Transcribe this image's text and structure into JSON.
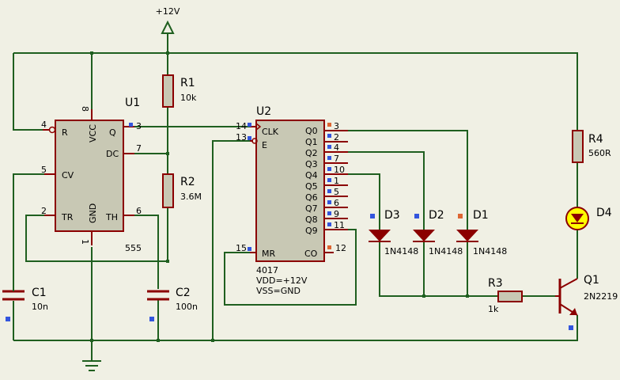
{
  "supply": {
    "label": "+12V"
  },
  "u1": {
    "designator": "U1",
    "part": "555",
    "pins": {
      "r": "R",
      "q": "Q",
      "vcc": "VCC",
      "dc": "DC",
      "cv": "CV",
      "tr": "TR",
      "gnd": "GND",
      "th": "TH"
    },
    "pin_numbers": {
      "r": "4",
      "q": "3",
      "vcc": "8",
      "dc": "7",
      "cv": "5",
      "tr": "2",
      "gnd": "1",
      "th": "6"
    }
  },
  "u2": {
    "designator": "U2",
    "part": "4017",
    "vdd": "VDD=+12V",
    "vss": "VSS=GND",
    "pins": {
      "clk": "CLK",
      "e": "E",
      "mr": "MR",
      "co": "CO"
    },
    "outputs": [
      {
        "name": "Q0",
        "pin": "3"
      },
      {
        "name": "Q1",
        "pin": "2"
      },
      {
        "name": "Q2",
        "pin": "4"
      },
      {
        "name": "Q3",
        "pin": "7"
      },
      {
        "name": "Q4",
        "pin": "10"
      },
      {
        "name": "Q5",
        "pin": "1"
      },
      {
        "name": "Q6",
        "pin": "5"
      },
      {
        "name": "Q7",
        "pin": "6"
      },
      {
        "name": "Q8",
        "pin": "9"
      },
      {
        "name": "Q9",
        "pin": "11"
      }
    ],
    "pin_numbers": {
      "clk": "14",
      "e": "13",
      "mr": "15",
      "co": "12"
    }
  },
  "r1": {
    "designator": "R1",
    "value": "10k"
  },
  "r2": {
    "designator": "R2",
    "value": "3.6M"
  },
  "r3": {
    "designator": "R3",
    "value": "1k"
  },
  "r4": {
    "designator": "R4",
    "value": "560R"
  },
  "c1": {
    "designator": "C1",
    "value": "10n"
  },
  "c2": {
    "designator": "C2",
    "value": "100n"
  },
  "d1": {
    "designator": "D1",
    "value": "1N4148"
  },
  "d2": {
    "designator": "D2",
    "value": "1N4148"
  },
  "d3": {
    "designator": "D3",
    "value": "1N4148"
  },
  "d4": {
    "designator": "D4"
  },
  "q1": {
    "designator": "Q1",
    "value": "2N2219"
  },
  "colors": {
    "background": "#f0f0e4",
    "wire": "#1f5f1f",
    "component": "#8b0000",
    "ic_fill": "#c8c8b4",
    "led": "#ffff00",
    "marker_blue": "#3355dd",
    "marker_orange": "#dd6633"
  }
}
